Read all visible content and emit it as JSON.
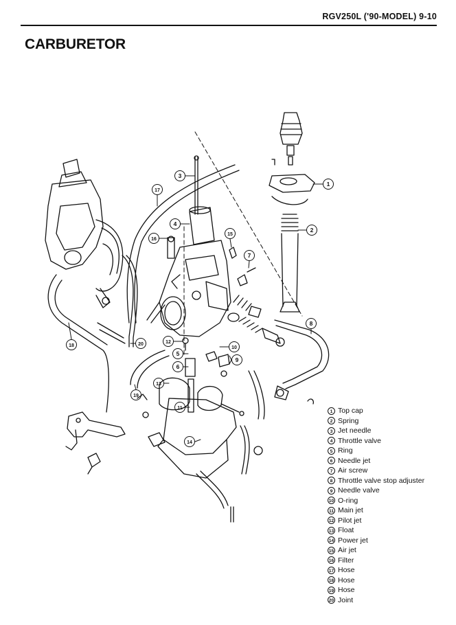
{
  "header": {
    "page_ref": "RGV250L ('90-MODEL) 9-10"
  },
  "title": "CARBURETOR",
  "callouts": [
    "1",
    "2",
    "3",
    "4",
    "5",
    "6",
    "7",
    "8",
    "9",
    "10",
    "11",
    "12",
    "13",
    "14",
    "15",
    "16",
    "17",
    "18",
    "19",
    "20"
  ],
  "legend": [
    {
      "num": "1",
      "label": "Top cap"
    },
    {
      "num": "2",
      "label": "Spring"
    },
    {
      "num": "3",
      "label": "Jet needle"
    },
    {
      "num": "4",
      "label": "Throttle valve"
    },
    {
      "num": "5",
      "label": "Ring"
    },
    {
      "num": "6",
      "label": "Needle jet"
    },
    {
      "num": "7",
      "label": "Air screw"
    },
    {
      "num": "8",
      "label": "Throttle valve stop adjuster"
    },
    {
      "num": "9",
      "label": "Needle valve"
    },
    {
      "num": "10",
      "label": "O-ring"
    },
    {
      "num": "11",
      "label": "Main jet"
    },
    {
      "num": "12",
      "label": "Pilot jet"
    },
    {
      "num": "13",
      "label": "Float"
    },
    {
      "num": "14",
      "label": "Power jet"
    },
    {
      "num": "15",
      "label": "Air jet"
    },
    {
      "num": "16",
      "label": "Filter"
    },
    {
      "num": "17",
      "label": "Hose"
    },
    {
      "num": "18",
      "label": "Hose"
    },
    {
      "num": "19",
      "label": "Hose"
    },
    {
      "num": "20",
      "label": "Joint"
    }
  ]
}
